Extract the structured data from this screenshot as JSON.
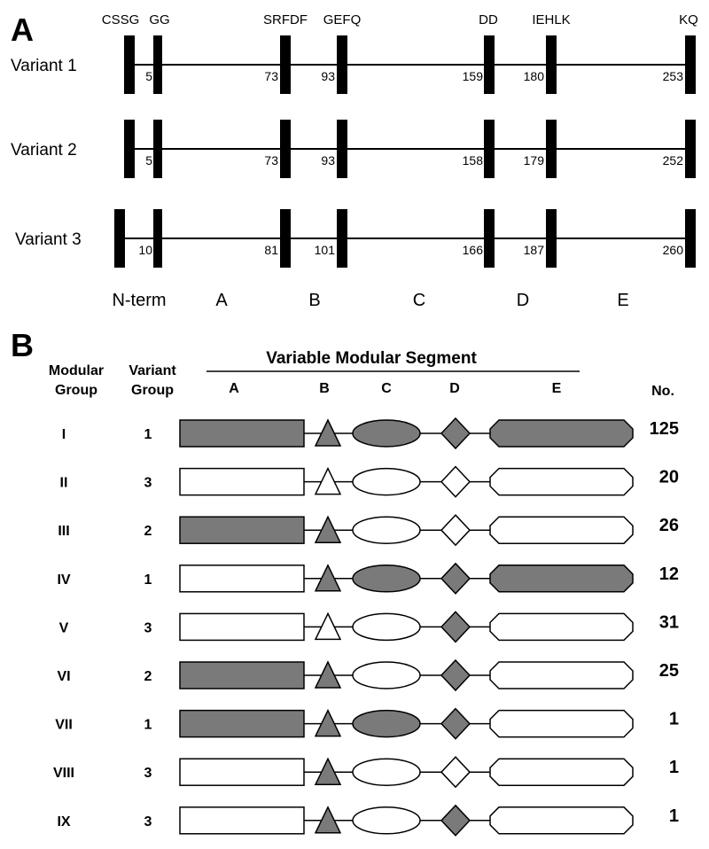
{
  "panel_a": {
    "label": "A",
    "motifs": [
      "CSSG",
      "GG",
      "SRFDF",
      "GEFQ",
      "DD",
      "IEHLK",
      "KQ"
    ],
    "variants": [
      {
        "name": "Variant 1",
        "positions": [
          "5",
          "73",
          "93",
          "159",
          "180",
          "253"
        ]
      },
      {
        "name": "Variant 2",
        "positions": [
          "5",
          "73",
          "93",
          "158",
          "179",
          "252"
        ]
      },
      {
        "name": "Variant 3",
        "positions": [
          "10",
          "81",
          "101",
          "166",
          "187",
          "260"
        ]
      }
    ],
    "segments": [
      "N-term",
      "A",
      "B",
      "C",
      "D",
      "E"
    ]
  },
  "panel_b": {
    "label": "B",
    "headers": {
      "modular_group_line1": "Modular",
      "modular_group_line2": "Group",
      "variant_group_line1": "Variant",
      "variant_group_line2": "Group",
      "segment_title": "Variable Modular Segment",
      "col_a": "A",
      "col_b": "B",
      "col_c": "C",
      "col_d": "D",
      "col_e": "E",
      "count": "No."
    },
    "colors": {
      "filled": "#7a7a7a",
      "empty": "#ffffff"
    },
    "rows": [
      {
        "group": "I",
        "variant": "1",
        "count": "125",
        "filled": {
          "a": true,
          "b": true,
          "c": true,
          "d": true,
          "e": true
        }
      },
      {
        "group": "II",
        "variant": "3",
        "count": "20",
        "filled": {
          "a": false,
          "b": false,
          "c": false,
          "d": false,
          "e": false
        }
      },
      {
        "group": "III",
        "variant": "2",
        "count": "26",
        "filled": {
          "a": true,
          "b": true,
          "c": false,
          "d": false,
          "e": false
        }
      },
      {
        "group": "IV",
        "variant": "1",
        "count": "12",
        "filled": {
          "a": false,
          "b": true,
          "c": true,
          "d": true,
          "e": true
        }
      },
      {
        "group": "V",
        "variant": "3",
        "count": "31",
        "filled": {
          "a": false,
          "b": false,
          "c": false,
          "d": true,
          "e": false
        }
      },
      {
        "group": "VI",
        "variant": "2",
        "count": "25",
        "filled": {
          "a": true,
          "b": true,
          "c": false,
          "d": true,
          "e": false
        }
      },
      {
        "group": "VII",
        "variant": "1",
        "count": "1",
        "filled": {
          "a": true,
          "b": true,
          "c": true,
          "d": true,
          "e": false
        }
      },
      {
        "group": "VIII",
        "variant": "3",
        "count": "1",
        "filled": {
          "a": false,
          "b": true,
          "c": false,
          "d": false,
          "e": false
        }
      },
      {
        "group": "IX",
        "variant": "3",
        "count": "1",
        "filled": {
          "a": false,
          "b": true,
          "c": false,
          "d": true,
          "e": false
        }
      }
    ]
  }
}
